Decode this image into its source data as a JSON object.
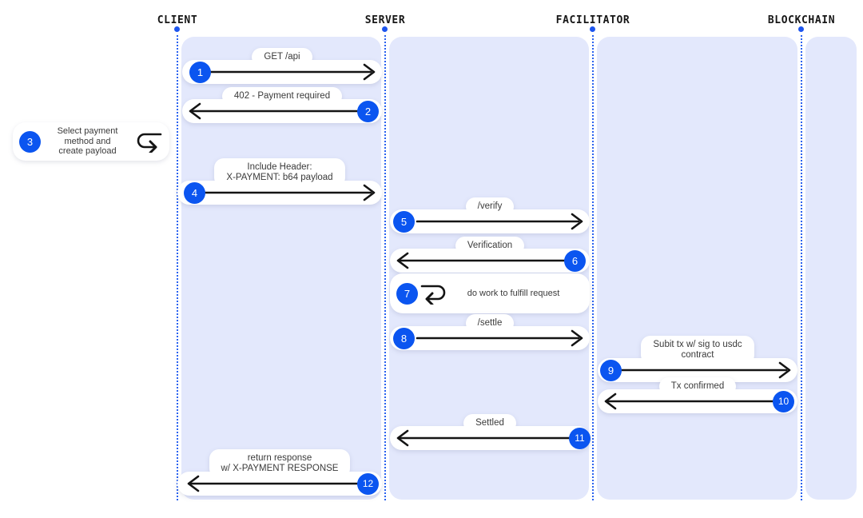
{
  "actors": [
    {
      "label": "CLIENT"
    },
    {
      "label": "SERVER"
    },
    {
      "label": "FACILITATOR"
    },
    {
      "label": "BLOCKCHAIN"
    }
  ],
  "messages": [
    {
      "num": "1",
      "lines": [
        "GET /api"
      ],
      "from": "client",
      "to": "server",
      "direction": "right"
    },
    {
      "num": "2",
      "lines": [
        "402 - Payment required"
      ],
      "from": "server",
      "to": "client",
      "direction": "left"
    },
    {
      "num": "3",
      "lines": [
        "Select payment",
        "method and",
        "create payload"
      ],
      "from": "client",
      "to": "client",
      "direction": "self"
    },
    {
      "num": "4",
      "lines": [
        "Include Header:",
        "X-PAYMENT: b64 payload"
      ],
      "from": "client",
      "to": "server",
      "direction": "right"
    },
    {
      "num": "5",
      "lines": [
        "/verify"
      ],
      "from": "server",
      "to": "facilitator",
      "direction": "right"
    },
    {
      "num": "6",
      "lines": [
        "Verification"
      ],
      "from": "facilitator",
      "to": "server",
      "direction": "left"
    },
    {
      "num": "7",
      "lines": [
        "do work to fulfill request"
      ],
      "from": "server",
      "to": "server",
      "direction": "self"
    },
    {
      "num": "8",
      "lines": [
        "/settle"
      ],
      "from": "server",
      "to": "facilitator",
      "direction": "right"
    },
    {
      "num": "9",
      "lines": [
        "Subit tx w/ sig to usdc",
        "contract"
      ],
      "from": "facilitator",
      "to": "blockchain",
      "direction": "right"
    },
    {
      "num": "10",
      "lines": [
        "Tx confirmed"
      ],
      "from": "blockchain",
      "to": "facilitator",
      "direction": "left"
    },
    {
      "num": "11",
      "lines": [
        "Settled"
      ],
      "from": "facilitator",
      "to": "server",
      "direction": "left"
    },
    {
      "num": "12",
      "lines": [
        "return response",
        "w/ X-PAYMENT RESPONSE"
      ],
      "from": "server",
      "to": "client",
      "direction": "left"
    }
  ],
  "colors": {
    "accent_blue": "#0b55f0",
    "panel_blue": "#e3e8fc",
    "lifeline_blue": "#2a62f0",
    "arrow_black": "#141414",
    "label_text": "#3a3a3a",
    "header_text": "#161616",
    "bubble_white": "#ffffff"
  }
}
